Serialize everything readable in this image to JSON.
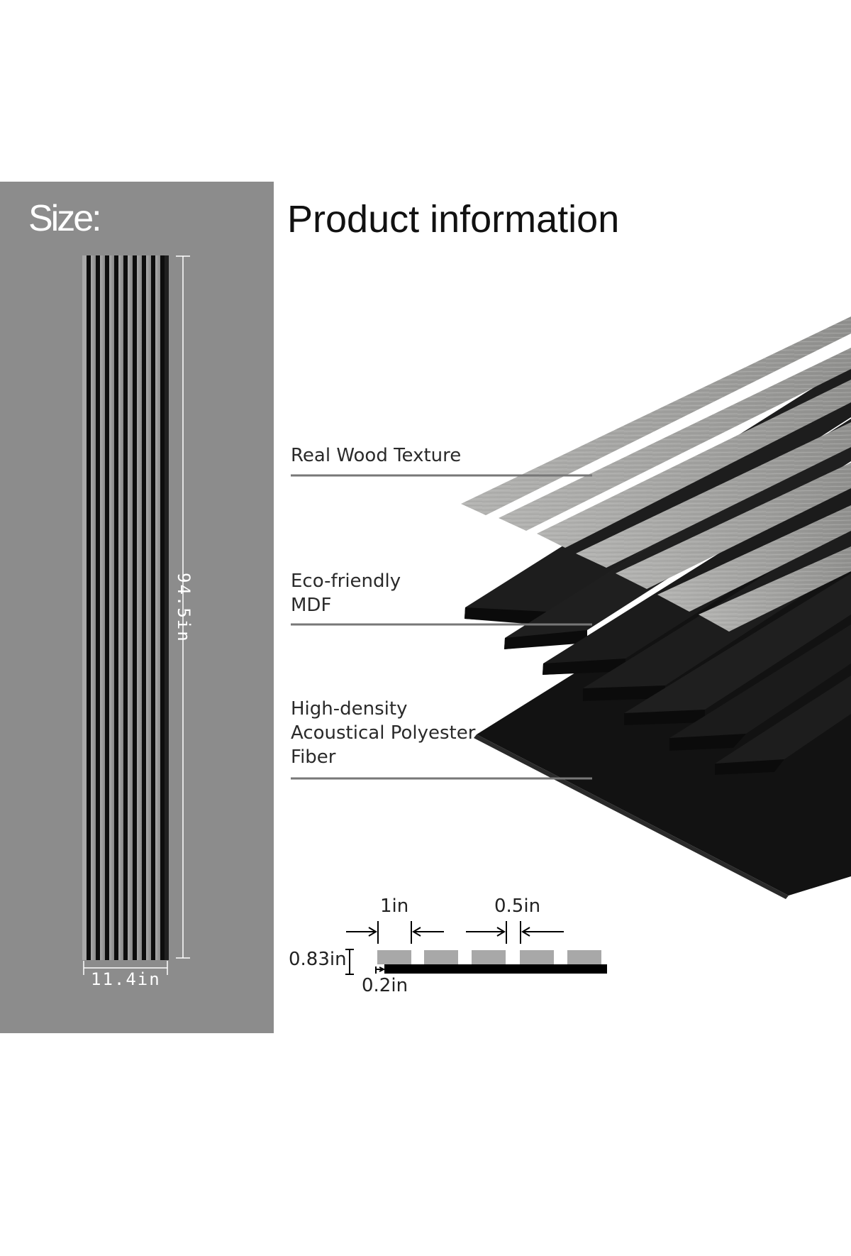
{
  "left_panel": {
    "title": "Size:",
    "height_label": "94.5in",
    "width_label": "11.4in",
    "background_color": "#8c8c8c"
  },
  "right_panel": {
    "title": "Product information",
    "layers": [
      {
        "label": "Real Wood Texture"
      },
      {
        "label": "Eco-friendly\nMDF"
      },
      {
        "label": "High-density\nAcoustical Polyester\nFiber"
      }
    ]
  },
  "dimensions": {
    "slat_width": "1in",
    "gap_width": "0.5in",
    "panel_thickness": "0.83in",
    "backing_thickness": "0.2in"
  },
  "colors": {
    "wood": "#a7a7a5",
    "mdf": "#1c1c1c",
    "felt": "#121212",
    "accent_line": "#777777"
  }
}
